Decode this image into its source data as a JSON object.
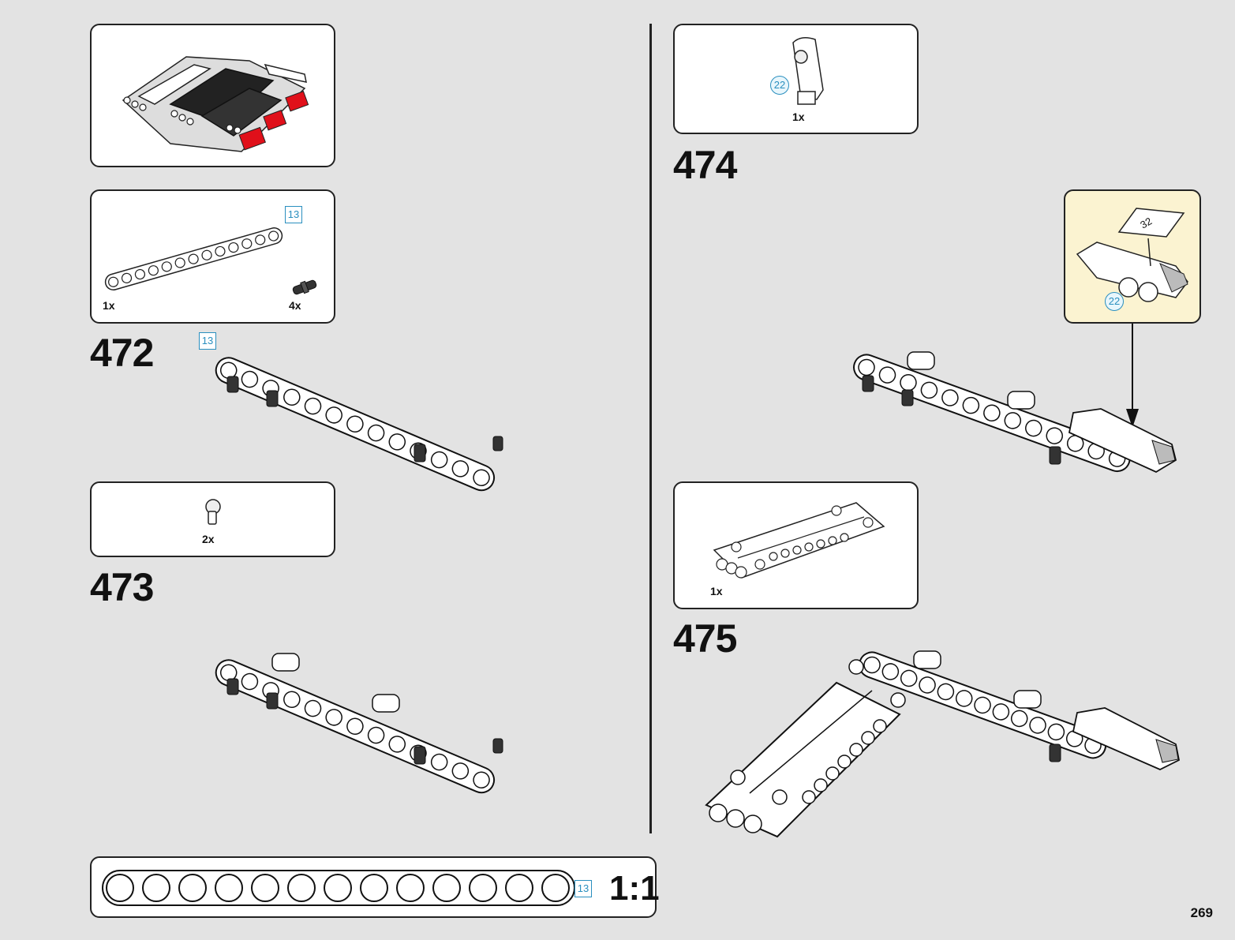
{
  "page": {
    "number": "269"
  },
  "parts_top_left": {
    "label": ""
  },
  "step472": {
    "number": "472",
    "parts": [
      {
        "qty": "1x",
        "length_tag": "13"
      },
      {
        "qty": "4x"
      }
    ],
    "model_tag": "13"
  },
  "step473": {
    "number": "473",
    "parts": [
      {
        "qty": "2x"
      }
    ]
  },
  "step474": {
    "number": "474",
    "parts": [
      {
        "qty": "1x",
        "callout_tag": "22"
      }
    ],
    "sticker": {
      "sticker_number": "32",
      "callout_tag": "22"
    }
  },
  "step475": {
    "number": "475",
    "parts": [
      {
        "qty": "1x"
      }
    ]
  },
  "scale_bar": {
    "ratio": "1:1",
    "length_tag": "13",
    "holes": 13
  },
  "colors": {
    "tag_blue": "#2a8fbf",
    "sticker_bg": "#fbf3d1",
    "red_part": "#e0101a"
  },
  "icons": [
    "beam-icon",
    "pin-icon",
    "connector-icon",
    "panel-icon",
    "sticker-icon",
    "arrow-down-icon"
  ]
}
